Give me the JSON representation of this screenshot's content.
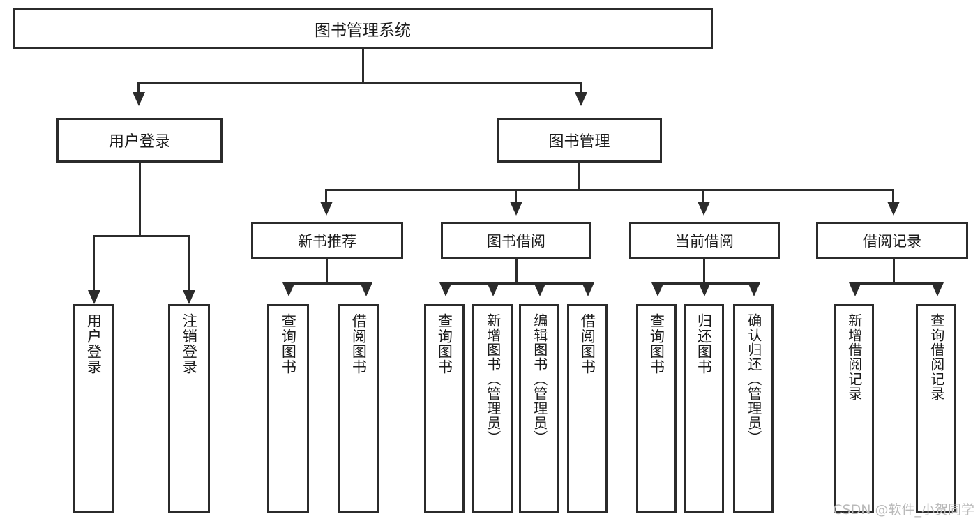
{
  "diagram": {
    "title": "图书管理系统",
    "type": "tree",
    "root": {
      "label": "图书管理系统"
    },
    "level2": [
      {
        "label": "用户登录"
      },
      {
        "label": "图书管理"
      }
    ],
    "level3": [
      {
        "label": "新书推荐"
      },
      {
        "label": "图书借阅"
      },
      {
        "label": "当前借阅"
      },
      {
        "label": "借阅记录"
      }
    ],
    "leaves": {
      "user_login": [
        {
          "label": "用户登录"
        },
        {
          "label": "注销登录"
        }
      ],
      "new_book_recommend": [
        {
          "label": "查询图书"
        },
        {
          "label": "借阅图书"
        }
      ],
      "book_borrow": [
        {
          "label": "查询图书"
        },
        {
          "label": "新增图书（管理员）"
        },
        {
          "label": "编辑图书（管理员）"
        },
        {
          "label": "借阅图书"
        }
      ],
      "current_borrow": [
        {
          "label": "查询图书"
        },
        {
          "label": "归还图书"
        },
        {
          "label": "确认归还（管理员）"
        }
      ],
      "borrow_record": [
        {
          "label": "新增借阅记录"
        },
        {
          "label": "查询借阅记录"
        }
      ]
    }
  },
  "watermark": {
    "text": "CSDN @软件_小贺同学"
  },
  "colors": {
    "stroke": "#2b2b2b",
    "text": "#1a1a1a",
    "background": "#ffffff",
    "watermark": "#b9b9b9"
  }
}
